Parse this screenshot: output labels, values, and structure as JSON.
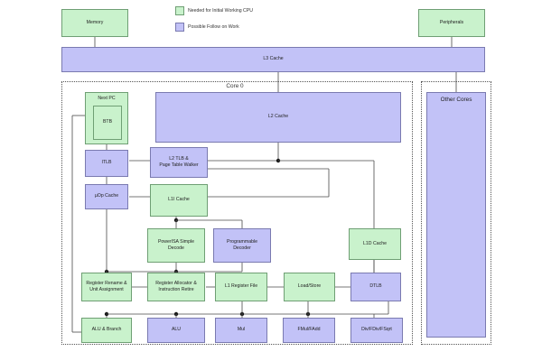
{
  "legend": {
    "items": [
      {
        "label": "Needed for Initial Working CPU",
        "color": "#c9f2cc",
        "swatch": "green"
      },
      {
        "label": "Possible Follow on Work",
        "color": "#c2c2f7",
        "swatch": "purple"
      }
    ]
  },
  "groups": {
    "core": {
      "label": "Core 0"
    },
    "other_cores_group": {
      "label": ""
    }
  },
  "nodes": {
    "memory": {
      "label": "Memory",
      "color": "green"
    },
    "peripherals": {
      "label": "Peripherals",
      "color": "green"
    },
    "l3_cache": {
      "label": "L3 Cache",
      "color": "purple"
    },
    "other_cores": {
      "label": "Other Cores",
      "color": "purple"
    },
    "next_pc": {
      "label": "Next PC",
      "color": "green"
    },
    "btb": {
      "label": "BTB",
      "color": "green"
    },
    "itlb": {
      "label": "ITLB",
      "color": "purple"
    },
    "uop_cache": {
      "label": "µOp Cache",
      "color": "purple"
    },
    "l2_cache": {
      "label": "L2 Cache",
      "color": "purple"
    },
    "l2_tlb": {
      "label": "L2 TLB &\nPage Table Walker",
      "color": "purple"
    },
    "l1i_cache": {
      "label": "L1I Cache",
      "color": "green"
    },
    "powerisa_decode": {
      "label": "PowerISA Simple\nDecode",
      "color": "green"
    },
    "programmable_decoder": {
      "label": "Programmable\nDecoder",
      "color": "purple"
    },
    "l1d_cache": {
      "label": "L1D Cache",
      "color": "green"
    },
    "register_rename": {
      "label": "Register Rename &\nUnit Assignment",
      "color": "green"
    },
    "register_allocator": {
      "label": "Register Allocator &\nInstruction Retire",
      "color": "green"
    },
    "l1_register_file": {
      "label": "L1 Register File",
      "color": "green"
    },
    "load_store": {
      "label": "Load/Store",
      "color": "green"
    },
    "dtlb": {
      "label": "DTLB",
      "color": "purple"
    },
    "alu_branch": {
      "label": "ALU & Branch",
      "color": "green"
    },
    "alu": {
      "label": "ALU",
      "color": "purple"
    },
    "mul": {
      "label": "Mul",
      "color": "purple"
    },
    "fmul_fadd": {
      "label": "FMul/FAdd",
      "color": "purple"
    },
    "div_fdiv_fsqrt": {
      "label": "Div/FDiv/FSqrt",
      "color": "purple"
    }
  },
  "colors": {
    "green_fill": "#c9f2cc",
    "green_border": "#6f9f74",
    "purple_fill": "#c2c2f7",
    "purple_border": "#7a7ab0",
    "wire": "#4a4a4a",
    "group_border": "#555555",
    "background": "#ffffff"
  }
}
